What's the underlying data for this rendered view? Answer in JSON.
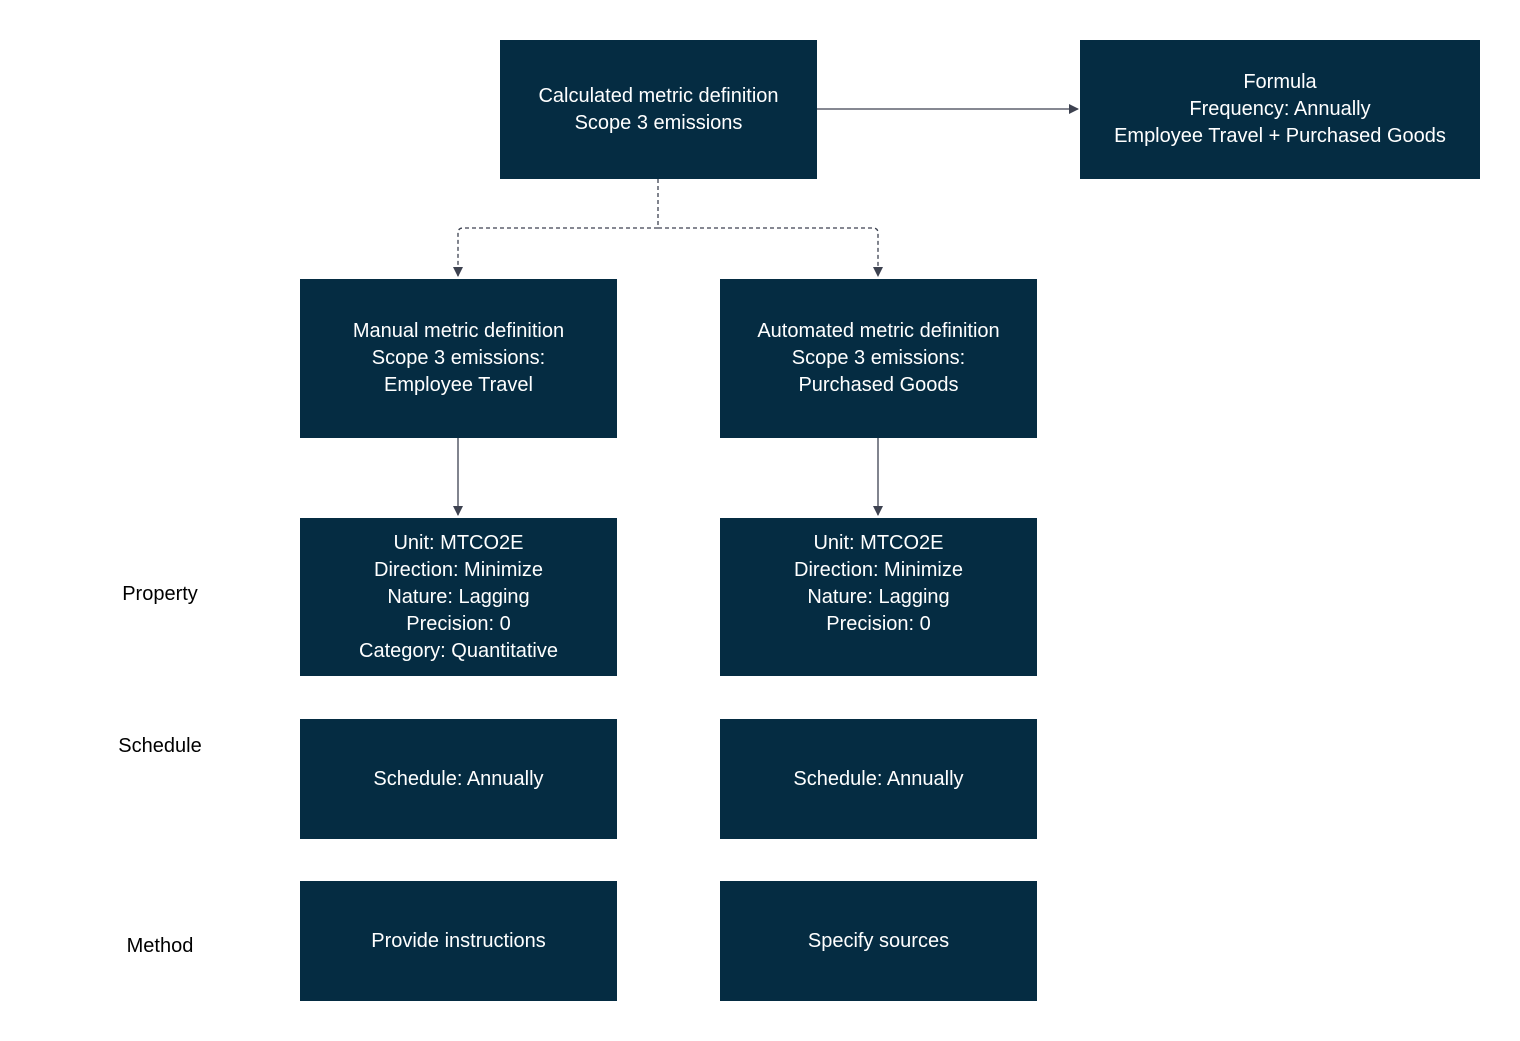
{
  "calculated": {
    "lines": [
      "Calculated metric definition",
      "Scope 3 emissions"
    ]
  },
  "formula": {
    "lines": [
      "Formula",
      "Frequency: Annually",
      "Employee Travel + Purchased Goods"
    ]
  },
  "manual": {
    "definition": [
      "Manual metric definition",
      "Scope 3 emissions:",
      "Employee Travel"
    ],
    "property": [
      "Unit: MTCO2E",
      "Direction: Minimize",
      "Nature: Lagging",
      "Precision: 0",
      "Category: Quantitative"
    ],
    "schedule": "Schedule: Annually",
    "method": "Provide instructions"
  },
  "automated": {
    "definition": [
      "Automated metric definition",
      "Scope 3 emissions:",
      "Purchased Goods"
    ],
    "property": [
      "Unit: MTCO2E",
      "Direction: Minimize",
      "Nature: Lagging",
      "Precision: 0"
    ],
    "schedule": "Schedule: Annually",
    "method": "Specify sources"
  },
  "row_labels": {
    "property": "Property",
    "schedule": "Schedule",
    "method": "Method"
  },
  "colors": {
    "box_fill": "#052c42",
    "box_text": "#ffffff",
    "connector": "#3d4250"
  }
}
